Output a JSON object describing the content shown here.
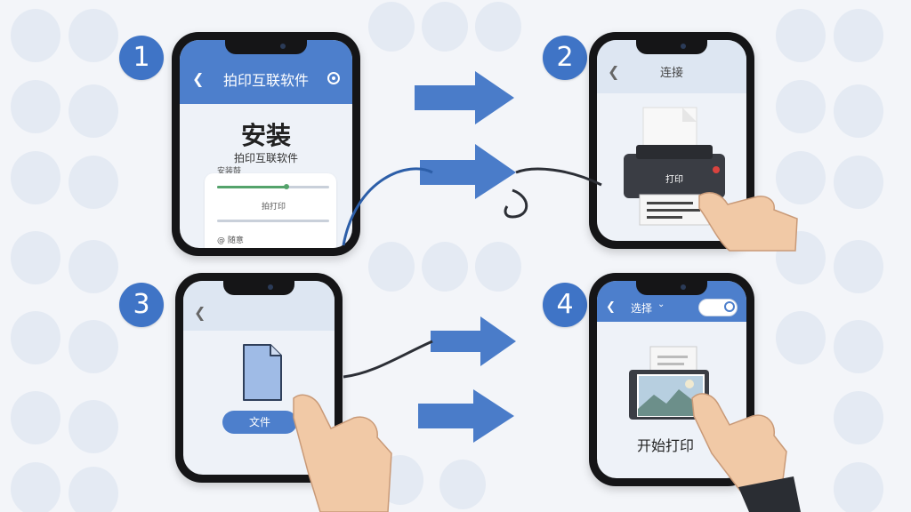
{
  "steps": [
    {
      "number": "1",
      "title": "拍印互联软件",
      "heading": "安装",
      "app_name": "拍印互联软件",
      "row1": "安装鼓",
      "row2": "拍打印",
      "row3": "@ 随意"
    },
    {
      "number": "2",
      "title": "连接",
      "printer_label": "打印"
    },
    {
      "number": "3",
      "button_label": "文件"
    },
    {
      "number": "4",
      "title": "选择",
      "caption": "开始打印"
    }
  ],
  "colors": {
    "accent": "#4d7fcc",
    "badge": "#3f74c6",
    "arrow": "#4a7cc9",
    "skin": "#f1c9a6"
  },
  "icons": [
    "chevron-left-icon",
    "settings-icon",
    "printer-icon",
    "document-icon",
    "photo-icon",
    "hand-pointer-icon",
    "arrow-right-icon",
    "toggle-icon"
  ]
}
